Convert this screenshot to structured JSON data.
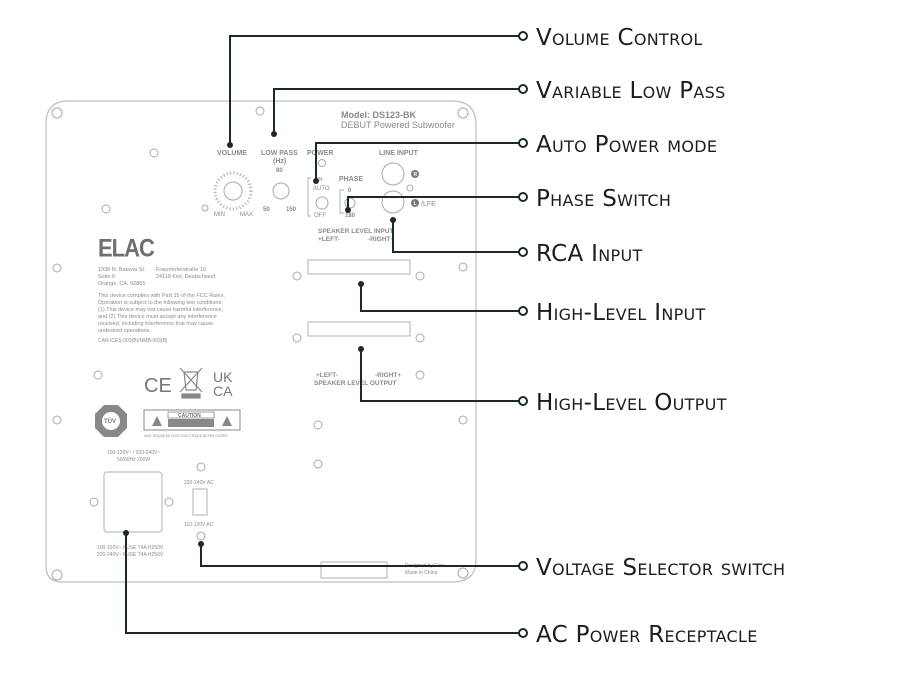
{
  "panel": {
    "model": "Model: DS123-BK",
    "product": "DEBUT Powered Subwoofer",
    "controls": {
      "volume": "VOLUME",
      "volume_min": "MIN",
      "volume_max": "MAX",
      "low_pass": "LOW PASS",
      "low_pass_unit": "(Hz)",
      "low_pass_mid": "80",
      "low_pass_min": "50",
      "low_pass_max": "150",
      "power": "POWER",
      "power_on": "ON",
      "power_auto": "AUTO",
      "power_off": "OFF",
      "phase": "PHASE",
      "phase_0": "0",
      "phase_180": "180",
      "line_input": "LINE INPUT",
      "line_r": "R",
      "line_l": "L",
      "line_lfe": "/LFE",
      "speaker_input": "SPEAKER LEVEL INPUT",
      "speaker_input_left": "+LEFT-",
      "speaker_input_right": "-RIGHT+",
      "speaker_output": "SPEAKER LEVEL OUTPUT",
      "speaker_output_left": "+LEFT-",
      "speaker_output_right": "-RIGHT+"
    },
    "brand": "ELAC",
    "address_us": [
      "1938 N. Batavia St.",
      "Suite K",
      "Orange, CA, 92865"
    ],
    "address_de": [
      "Fraunhoferstraße 16",
      "24118 Kiel, Deutschland"
    ],
    "fcc_text": [
      "This device complies with Part 15 of the FCC Rules.",
      "Operation is subject to the following two conditions:",
      "(1) This device may not cause harmful interference,",
      "and (2) This device must accept any interference",
      "received, including interference that may cause",
      "undesired operations."
    ],
    "can_ices": "CAN ICES-003(B)/NMB-003(B)",
    "marks": {
      "ce": "CE",
      "ukca_top": "UK",
      "ukca_bottom": "CA",
      "tuv": "TÜV",
      "caution": "CAUTION",
      "caution_sub": "RISK OF ELECTRIC SHOCK DO NOT OPEN",
      "avis": "AVIS: RISQUE DE CHOC ELECTRIQUE-NE PAS OUVRIR"
    },
    "power_rating": [
      "100-120V~ / 220-240V~",
      "50/60Hz 200W"
    ],
    "fuse": [
      "100-120V~ FUSE T4A H250V",
      "220-240V~ FUSE T4A H250V"
    ],
    "voltage_high": "220-240V AC",
    "voltage_low": "110-120V AC",
    "origin": [
      "Designed by Elac",
      "Made in China"
    ]
  },
  "callouts": [
    {
      "id": "volume-control",
      "label": "Volume Control"
    },
    {
      "id": "variable-low-pass",
      "label": "Variable Low Pass"
    },
    {
      "id": "auto-power-mode",
      "label": "Auto Power mode"
    },
    {
      "id": "phase-switch",
      "label": "Phase Switch"
    },
    {
      "id": "rca-input",
      "label": "RCA Input"
    },
    {
      "id": "high-level-input",
      "label": "High-Level Input"
    },
    {
      "id": "high-level-output",
      "label": "High-Level Output"
    },
    {
      "id": "voltage-selector-switch",
      "label": "Voltage Selector switch"
    },
    {
      "id": "ac-power-receptacle",
      "label": "AC Power Receptacle"
    }
  ],
  "colors": {
    "leader": "#1b2a28",
    "label": "#1c1c1c",
    "panel_text": "#8a8a8a",
    "panel_outline": "#bdbdbd"
  }
}
